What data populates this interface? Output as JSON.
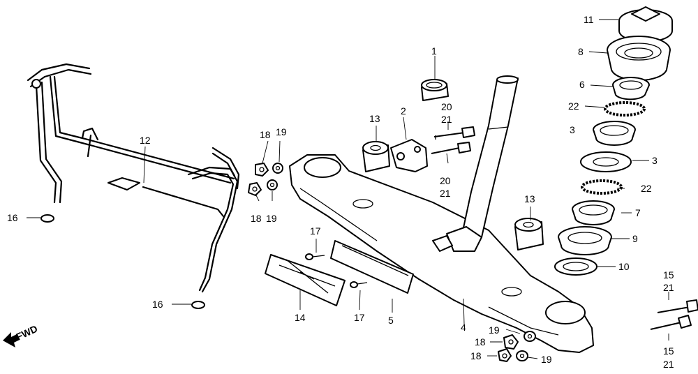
{
  "labels": {
    "l1": "1",
    "l2": "2",
    "l3a": "3",
    "l3b": "3",
    "l4": "4",
    "l5": "5",
    "l6": "6",
    "l7": "7",
    "l8": "8",
    "l9": "9",
    "l10": "10",
    "l11": "11",
    "l12": "12",
    "l13a": "13",
    "l13b": "13",
    "l14": "14",
    "l15a": "15",
    "l21a": "21",
    "l15b": "15",
    "l21b": "21",
    "l16a": "16",
    "l16b": "16",
    "l17a": "17",
    "l17b": "17",
    "l18a": "18",
    "l18b": "18",
    "l18c": "18",
    "l18d": "18",
    "l19a": "19",
    "l19b": "19",
    "l19c": "19",
    "l19d": "19",
    "l20a": "20",
    "l21c": "21",
    "l20b": "20",
    "l21d": "21",
    "l22a": "22",
    "l22b": "22"
  },
  "fwd_label": "FWD"
}
